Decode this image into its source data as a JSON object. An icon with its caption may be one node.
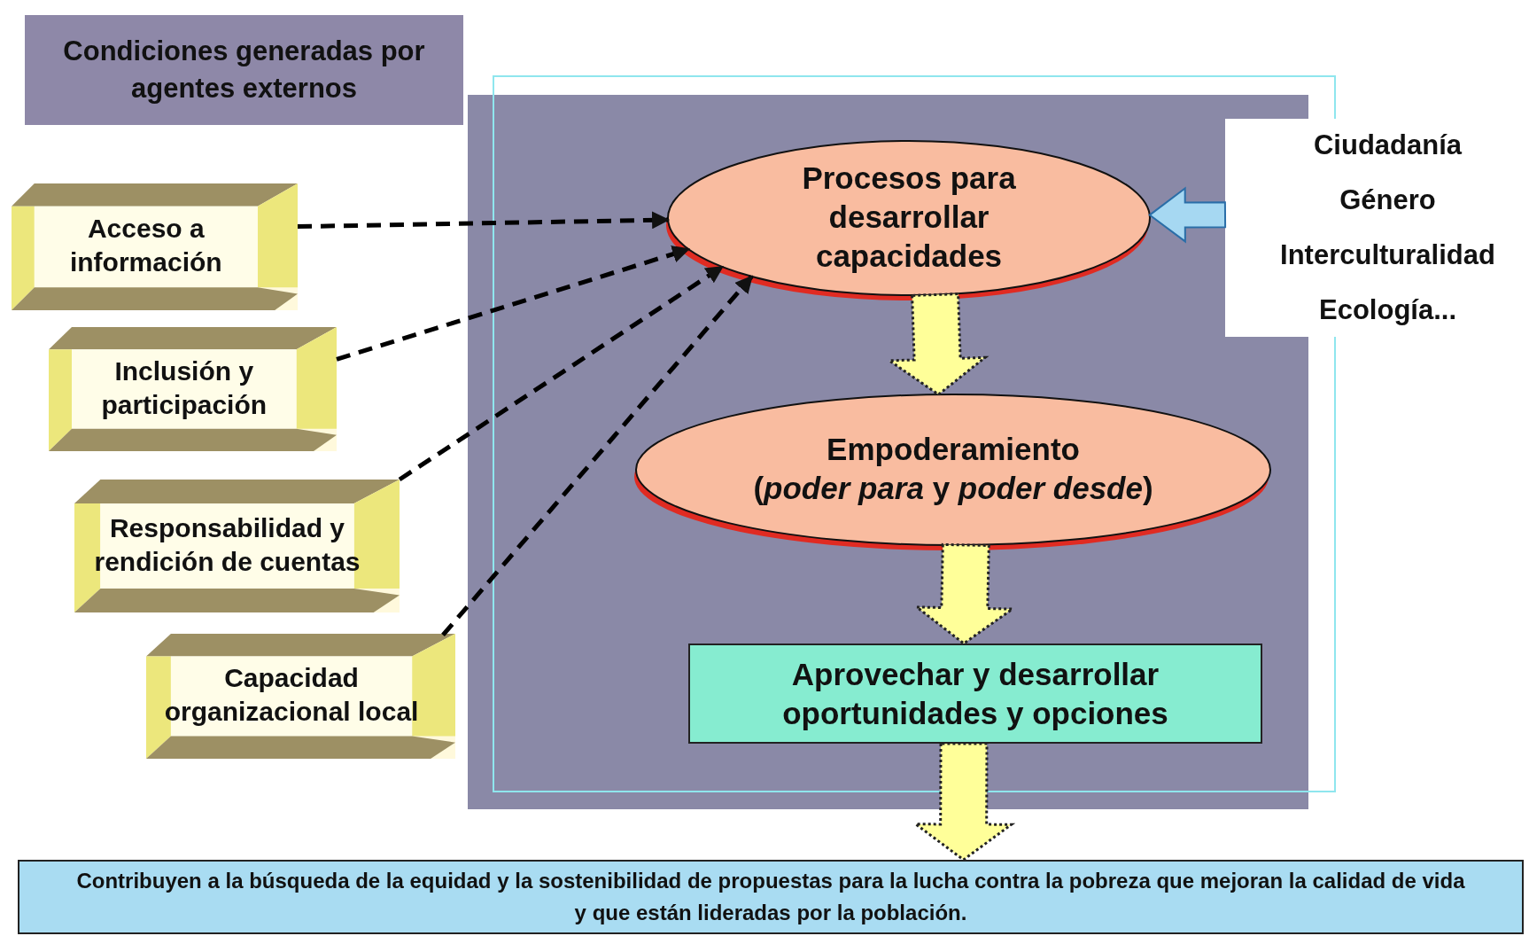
{
  "diagram": {
    "nodes": [
      {
        "text": [
          "Condiciones generadas por agentes externos"
        ]
      },
      {
        "text": [],
        "shape": "box"
      },
      {
        "text": [
          "Acceso a información"
        ]
      },
      {
        "text": [
          "Inclusión y participación"
        ]
      },
      {
        "text": [
          "Responsabilidad y rendición de cuentas"
        ]
      },
      {
        "text": [
          "Capacidad organizacional local"
        ]
      },
      {
        "text": [
          "Procesos para desarrollar capacidades"
        ],
        "in": 1
      },
      {
        "text": [
          "Empoderamiento",
          "(*poder para* y *poder desde*)"
        ],
        "in": 1
      },
      {
        "text": [
          "Aprovechar y desarrollar oportunidades y opciones"
        ],
        "in": 1
      },
      {
        "text": [
          "Ciudadanía",
          "Género",
          "Interculturalidad",
          "Ecología..."
        ]
      },
      {
        "text": [
          "Contribuyen a la búsqueda de la equidad y la sostenibilidad de propuestas para la lucha contra la pobreza que mejoran la calidad de vida y que están lideradas por la población."
        ]
      }
    ],
    "edges": [
      {
        "from": 2,
        "to": 6,
        "arrow": "to",
        "style": "dashed"
      },
      {
        "from": 3,
        "to": 6,
        "arrow": "to",
        "style": "dashed"
      },
      {
        "from": 4,
        "to": 6,
        "arrow": "to",
        "style": "dashed"
      },
      {
        "from": 5,
        "to": 6,
        "arrow": "to",
        "style": "dashed"
      },
      {
        "from": 9,
        "to": 6,
        "arrow": "to",
        "style": "thick",
        "color": "#a6d8f2"
      },
      {
        "from": 6,
        "to": 7,
        "arrow": "to",
        "style": "thick",
        "color": "#ffff99"
      },
      {
        "from": 7,
        "to": 8,
        "arrow": "to",
        "style": "thick",
        "color": "#ffff99"
      },
      {
        "from": 8,
        "to": 10,
        "arrow": "to",
        "style": "thick",
        "color": "#ffff99"
      }
    ]
  }
}
